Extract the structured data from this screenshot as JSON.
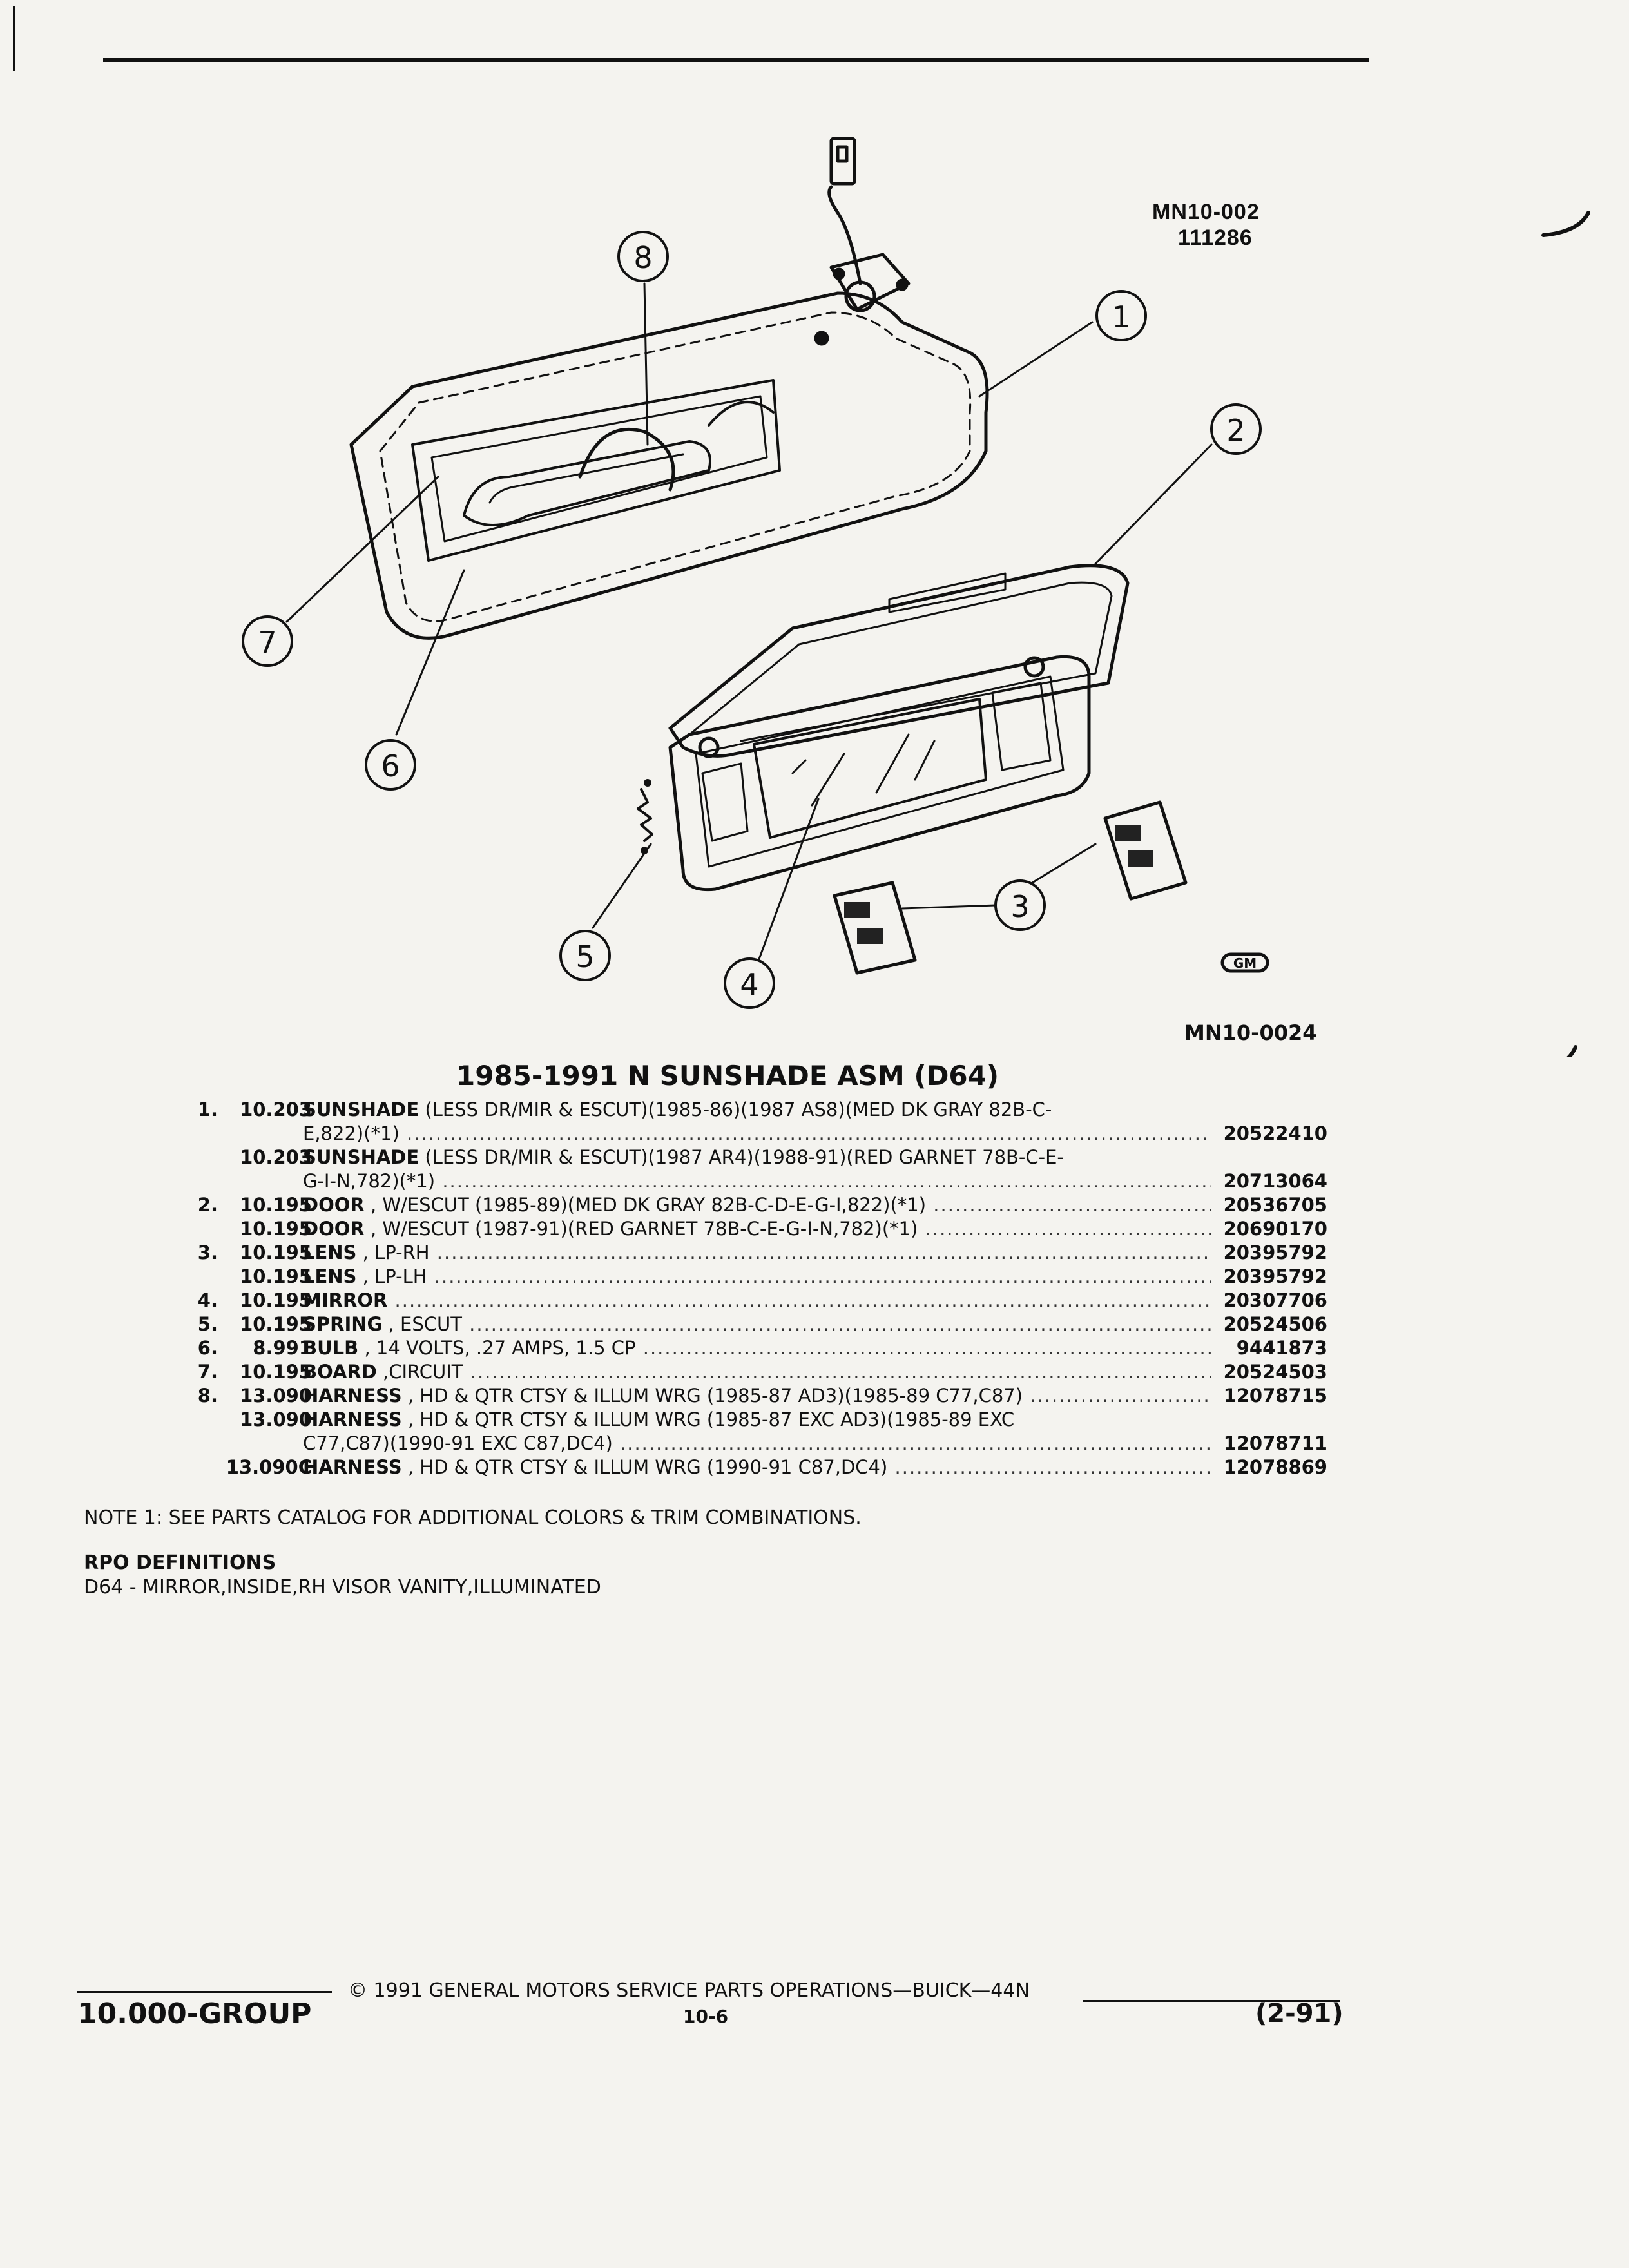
{
  "header": {
    "drawing_code": "MN10-002",
    "drawing_number": "111286"
  },
  "diagram": {
    "callouts": [
      "1",
      "2",
      "3",
      "4",
      "5",
      "6",
      "7",
      "8"
    ],
    "illustration_code": "MN10-0024",
    "logo_text": "GM"
  },
  "section": {
    "title": "1985-1991 N SUNSHADE ASM (D64)"
  },
  "parts": [
    {
      "num": "1.",
      "cat": "10.203",
      "name": "SUNSHADE",
      "desc": " (LESS DR/MIR & ESCUT)(1985-86)(1987 AS8)(MED DK GRAY 82B-C-",
      "part": ""
    },
    {
      "num": "",
      "cat": "",
      "name": "",
      "desc": "E,822)(*1)",
      "part": "20522410"
    },
    {
      "num": "",
      "cat": "10.203",
      "name": "SUNSHADE",
      "desc": " (LESS DR/MIR & ESCUT)(1987 AR4)(1988-91)(RED GARNET 78B-C-E-",
      "part": ""
    },
    {
      "num": "",
      "cat": "",
      "name": "",
      "desc": "G-I-N,782)(*1)",
      "part": "20713064"
    },
    {
      "num": "2.",
      "cat": "10.195",
      "name": "DOOR",
      "desc": " , W/ESCUT (1985-89)(MED DK GRAY 82B-C-D-E-G-I,822)(*1)",
      "part": "20536705"
    },
    {
      "num": "",
      "cat": "10.195",
      "name": "DOOR",
      "desc": " , W/ESCUT (1987-91)(RED GARNET 78B-C-E-G-I-N,782)(*1)",
      "part": "20690170"
    },
    {
      "num": "3.",
      "cat": "10.195",
      "name": "LENS",
      "desc": " , LP-RH",
      "part": "20395792"
    },
    {
      "num": "",
      "cat": "10.195",
      "name": "LENS",
      "desc": " , LP-LH",
      "part": "20395792"
    },
    {
      "num": "4.",
      "cat": "10.195",
      "name": "MIRROR",
      "desc": "",
      "part": "20307706"
    },
    {
      "num": "5.",
      "cat": "10.195",
      "name": "SPRING",
      "desc": " , ESCUT",
      "part": "20524506"
    },
    {
      "num": "6.",
      "cat": "8.991",
      "name": "BULB",
      "desc": " , 14 VOLTS, .27 AMPS, 1.5 CP",
      "part": "9441873"
    },
    {
      "num": "7.",
      "cat": "10.195",
      "name": "BOARD",
      "desc": " ,CIRCUIT",
      "part": "20524503"
    },
    {
      "num": "8.",
      "cat": "13.090",
      "name": "HARNESS",
      "desc": " , HD & QTR CTSY & ILLUM WRG (1985-87 AD3)(1985-89 C77,C87)",
      "part": "12078715"
    },
    {
      "num": "",
      "cat": "13.090",
      "name": "HARNESS",
      "desc": " , HD & QTR CTSY & ILLUM WRG (1985-87 EXC AD3)(1985-89 EXC",
      "part": ""
    },
    {
      "num": "",
      "cat": "",
      "name": "",
      "desc": "C77,C87)(1990-91 EXC C87,DC4)",
      "part": "12078711"
    },
    {
      "num": "",
      "cat": "13.090C",
      "name": "HARNESS",
      "desc": " , HD & QTR CTSY & ILLUM WRG (1990-91 C87,DC4)",
      "part": "12078869"
    }
  ],
  "note": "NOTE  1:  SEE PARTS CATALOG FOR ADDITIONAL COLORS & TRIM COMBINATIONS.",
  "rpo": {
    "heading": "RPO DEFINITIONS",
    "definition": "D64 - MIRROR,INSIDE,RH VISOR VANITY,ILLUMINATED"
  },
  "footer": {
    "copyright": "©  1991  GENERAL MOTORS SERVICE PARTS OPERATIONS—BUICK—44N",
    "page": "10-6",
    "group": "10.000-GROUP",
    "date": "(2-91)"
  }
}
